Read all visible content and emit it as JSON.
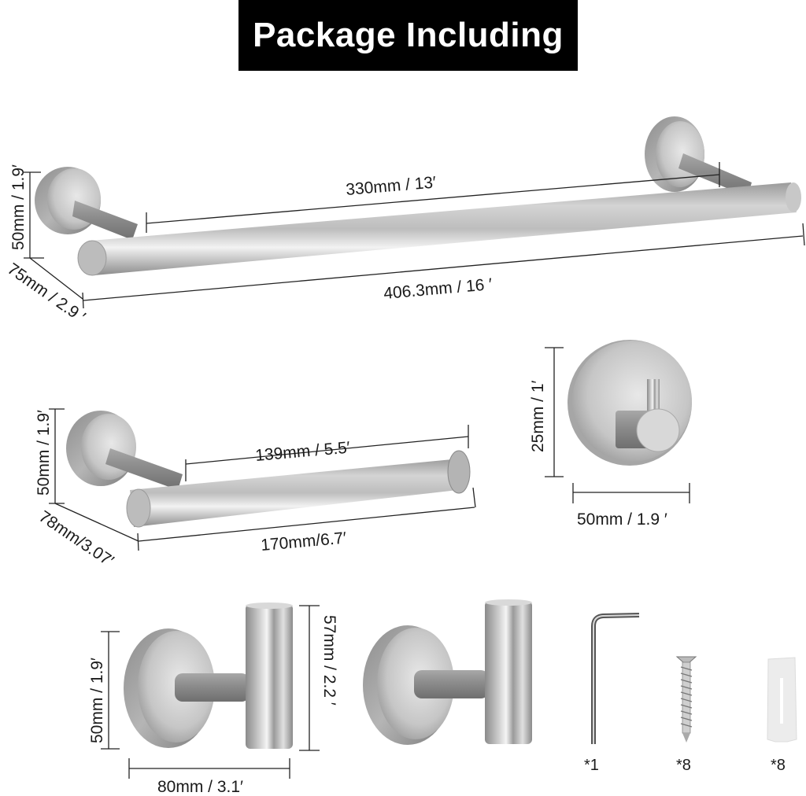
{
  "header": {
    "title": "Package Including"
  },
  "colors": {
    "title_bg": "#000000",
    "title_text": "#ffffff",
    "metal_light": "#e6e6e6",
    "metal_mid": "#b8b8b8",
    "metal_dark": "#8a8a8a",
    "dimension_line": "#222222",
    "anchor_plug": "#ececec"
  },
  "products": {
    "towel_bar": {
      "name": "towel bar",
      "height_label": "50mm / 1.9′",
      "depth_label": "75mm / 2.9 ′",
      "inner_length_label": "330mm / 13′",
      "total_length_label": "406.3mm / 16 ′"
    },
    "paper_holder": {
      "name": "toilet paper holder",
      "height_label": "50mm / 1.9′",
      "depth_label": "78mm/3.07′",
      "inner_length_label": "139mm / 5.5′",
      "total_length_label": "170mm/6.7′"
    },
    "adhesive_hook": {
      "name": "adhesive round hook",
      "height_label": "25mm / 1′",
      "width_label": "50mm / 1.9 ′"
    },
    "robe_hooks": {
      "name": "robe hooks",
      "count_shown": 2,
      "base_height_label": "50mm / 1.9′",
      "hook_height_label": "57mm / 2.2 ′",
      "width_label": "80mm / 3.1′"
    },
    "accessories": [
      {
        "name": "hex key",
        "icon": "hex-key-icon",
        "quantity": "*1"
      },
      {
        "name": "screw",
        "icon": "screw-icon",
        "quantity": "*8"
      },
      {
        "name": "wall anchor",
        "icon": "wall-anchor-icon",
        "quantity": "*8"
      }
    ]
  }
}
